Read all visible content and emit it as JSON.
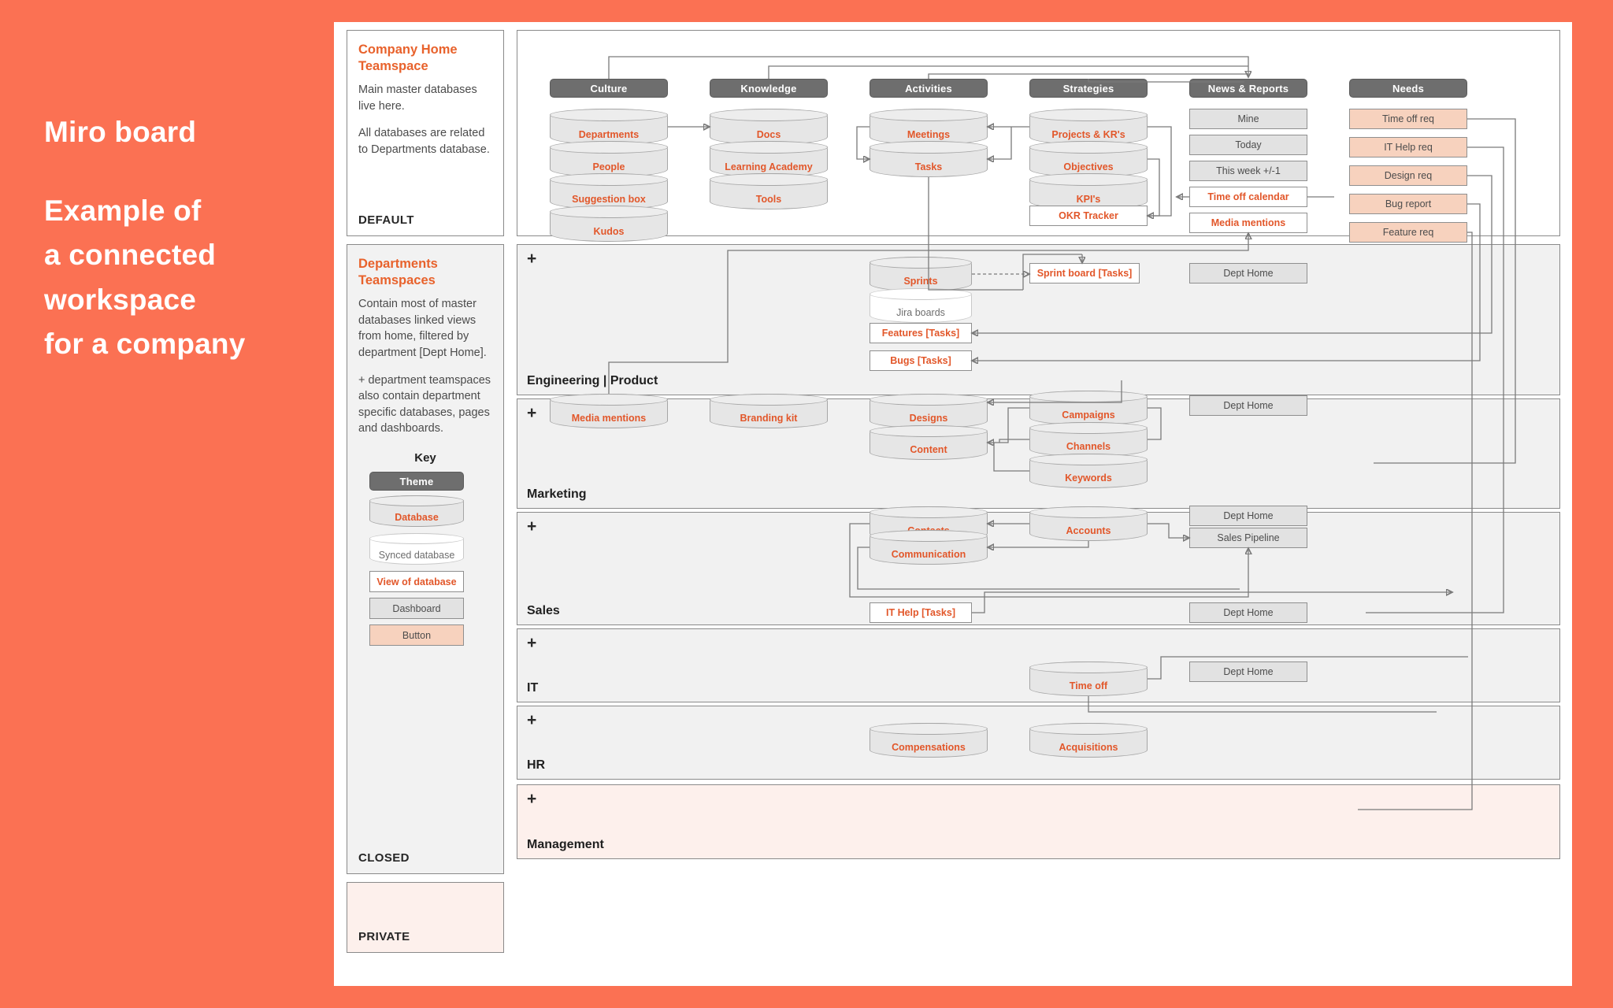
{
  "intro": {
    "lines": [
      "Miro board",
      "",
      "Example of",
      "a connected",
      "workspace",
      "for a company"
    ],
    "title": "Miro board",
    "subtitle_1": "Example of",
    "subtitle_2": "a connected",
    "subtitle_3": "workspace",
    "subtitle_4": "for a company"
  },
  "colors": {
    "background": "#fb7153",
    "accent": "#e2572a",
    "theme_pill": "#6e6e6e",
    "button": "#f7d2be",
    "lane": "#f1f1f1",
    "private_lane": "#fdf0ec"
  },
  "sidebar": {
    "cards": [
      {
        "title": "Company Home\nTeamspace",
        "title_l1": "Company Home",
        "title_l2": "Teamspace",
        "body_1": "Main master databases live here.",
        "body_2": "All databases are related to Departments database.",
        "tag": "DEFAULT"
      },
      {
        "title_l1": "Departments",
        "title_l2": "Teamspaces",
        "body_1": "Contain most of master databases linked views from home, filtered by department [Dept Home].",
        "body_2": "+ department teamspaces also contain department specific databases, pages and dashboards.",
        "tag": "CLOSED",
        "key_heading": "Key",
        "key_items": [
          {
            "label": "Theme",
            "shape": "theme-pill"
          },
          {
            "label": "Database",
            "shape": "cylinder"
          },
          {
            "label": "Synced database",
            "shape": "cylinder-synced"
          },
          {
            "label": "View of database",
            "shape": "rect-view"
          },
          {
            "label": "Dashboard",
            "shape": "rect-dashboard"
          },
          {
            "label": "Button",
            "shape": "rect-button"
          }
        ]
      },
      {
        "tag": "PRIVATE"
      }
    ]
  },
  "home": {
    "themes": [
      {
        "label": "Culture"
      },
      {
        "label": "Knowledge"
      },
      {
        "label": "Activities"
      },
      {
        "label": "Strategies"
      },
      {
        "label": "News & Reports"
      },
      {
        "label": "Needs"
      }
    ],
    "culture": [
      "Departments",
      "People",
      "Suggestion box",
      "Kudos"
    ],
    "knowledge": [
      "Docs",
      "Learning Academy",
      "Tools"
    ],
    "activities": [
      "Meetings",
      "Tasks"
    ],
    "strategies": [
      "Projects & KR's",
      "Objectives",
      "KPI's"
    ],
    "strategies_view": "OKR Tracker",
    "news": [
      {
        "label": "Mine",
        "type": "dashboard"
      },
      {
        "label": "Today",
        "type": "dashboard"
      },
      {
        "label": "This week +/-1",
        "type": "dashboard"
      },
      {
        "label": "Time off calendar",
        "type": "view"
      },
      {
        "label": "Media mentions",
        "type": "view"
      }
    ],
    "needs": [
      {
        "label": "Time off req",
        "type": "button"
      },
      {
        "label": "IT Help req",
        "type": "button"
      },
      {
        "label": "Design req",
        "type": "button"
      },
      {
        "label": "Bug report",
        "type": "button"
      },
      {
        "label": "Feature req",
        "type": "button"
      }
    ]
  },
  "departments": [
    {
      "name": "Engineering | Product",
      "plus": "+",
      "databases": [
        {
          "label": "Sprints",
          "type": "database"
        },
        {
          "label": "Jira boards",
          "type": "synced"
        }
      ],
      "views": [
        {
          "label": "Features [Tasks]"
        },
        {
          "label": "Bugs [Tasks]"
        }
      ],
      "right_views": [
        {
          "label": "Sprint board [Tasks]"
        }
      ],
      "dashboards": [
        {
          "label": "Dept Home"
        }
      ]
    },
    {
      "name": "Marketing",
      "plus": "+",
      "databases": [
        {
          "label": "Media mentions"
        },
        {
          "label": "Branding kit"
        },
        {
          "label": "Designs"
        },
        {
          "label": "Content"
        },
        {
          "label": "Campaigns"
        },
        {
          "label": "Channels"
        },
        {
          "label": "Keywords"
        }
      ],
      "dashboards": [
        {
          "label": "Dept Home"
        }
      ]
    },
    {
      "name": "Sales",
      "plus": "+",
      "databases": [
        {
          "label": "Contacts"
        },
        {
          "label": "Communication"
        },
        {
          "label": "Accounts"
        }
      ],
      "dashboards": [
        {
          "label": "Dept Home"
        },
        {
          "label": "Sales Pipeline"
        }
      ]
    },
    {
      "name": "IT",
      "plus": "+",
      "views": [
        {
          "label": "IT Help [Tasks]"
        }
      ],
      "dashboards": [
        {
          "label": "Dept Home"
        }
      ]
    },
    {
      "name": "HR",
      "plus": "+",
      "databases": [
        {
          "label": "Time off"
        }
      ],
      "dashboards": [
        {
          "label": "Dept Home"
        }
      ]
    },
    {
      "name": "Management",
      "plus": "+",
      "databases": [
        {
          "label": "Compensations"
        },
        {
          "label": "Acquisitions"
        }
      ],
      "private": true
    }
  ]
}
